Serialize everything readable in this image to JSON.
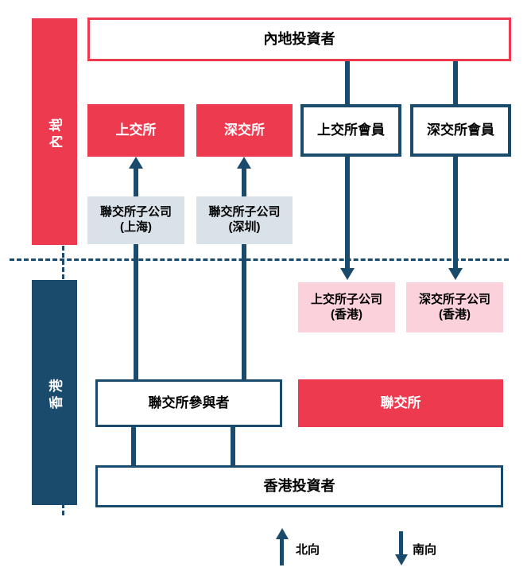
{
  "regions": {
    "mainland": {
      "label": "內地"
    },
    "hongkong": {
      "label": "香港"
    }
  },
  "boxes": {
    "mainland_investors": {
      "label": "內地投資者"
    },
    "sse": {
      "label": "上交所"
    },
    "szse": {
      "label": "深交所"
    },
    "sse_members": {
      "label": "上交所會員"
    },
    "szse_members": {
      "label": "深交所會員"
    },
    "sehk_sub_shanghai": {
      "line1": "聯交所子公司",
      "line2": "(上海)"
    },
    "sehk_sub_shenzhen": {
      "line1": "聯交所子公司",
      "line2": "(深圳)"
    },
    "sse_sub_hk": {
      "line1": "上交所子公司",
      "line2": "(香港)"
    },
    "szse_sub_hk": {
      "line1": "深交所子公司",
      "line2": "(香港)"
    },
    "sehk_participants": {
      "label": "聯交所參與者"
    },
    "sehk": {
      "label": "聯交所"
    },
    "hk_investors": {
      "label": "香港投資者"
    }
  },
  "legend": {
    "northbound": {
      "label": "北向",
      "icon": "arrow-up-icon"
    },
    "southbound": {
      "label": "南向",
      "icon": "arrow-down-icon"
    }
  },
  "colors": {
    "red": "#EE3A4F",
    "navy": "#1A4B6D",
    "light_blue_fill": "#D9E1E9",
    "pink_fill": "#FBD2DC",
    "text_on_fill": "#FFFFFF",
    "text_dark": "#000000"
  }
}
